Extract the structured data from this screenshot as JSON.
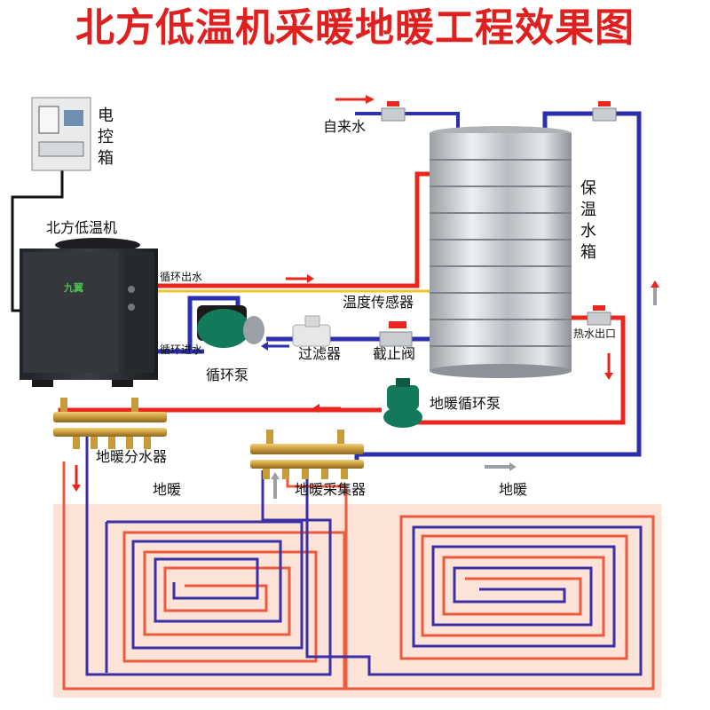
{
  "title": "北方低温机采暖地暖工程效果图",
  "labels": {
    "control_box": [
      "电",
      "控",
      "箱"
    ],
    "heat_pump": "北方低温机",
    "brand": "九翼",
    "cycle_out": "循环出水",
    "cycle_in": "循环进水",
    "temp_sensor": "温度传感器",
    "filter": "过滤器",
    "stop_valve": "截止阀",
    "circulation_pump": "循环泵",
    "tap_water": "自来水",
    "tank": [
      "保",
      "温",
      "水",
      "箱"
    ],
    "hot_water_outlet": "热水出口",
    "floor_pump": "地暖循环泵",
    "distributor": "地暖分水器",
    "collector": "地暖采集器",
    "floor_left": "地暖",
    "floor_right": "地暖"
  },
  "colors": {
    "title": "#e0201f",
    "supply_pipe": "#e8261c",
    "return_pipe": "#2b2fb0",
    "floor_red": "#ef5a3c",
    "floor_blue": "#3a2fa5",
    "floor_bg": "#fbe3d8",
    "tank_steel": "#c9cdd2",
    "heat_pump_body": "#2e3135",
    "brass": "#c79a3a"
  }
}
